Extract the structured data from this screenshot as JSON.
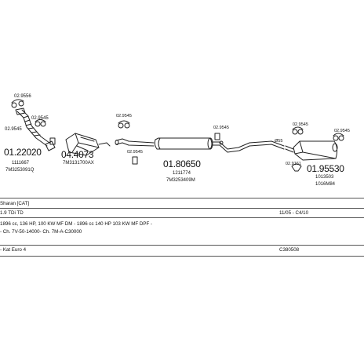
{
  "parts": [
    {
      "id": "clamp_a",
      "number": "02.9556"
    },
    {
      "id": "clamp_b",
      "number": "02.9545"
    },
    {
      "id": "clamp_c",
      "number": "02.9545"
    },
    {
      "id": "front_pipe",
      "number": "01.22020",
      "ref1": "1111667",
      "ref2": "7M3253091Q"
    },
    {
      "id": "catalyst",
      "number": "04.4073",
      "ref1": "7M3131700AX"
    },
    {
      "id": "clamp_d",
      "number": "02.9545"
    },
    {
      "id": "clamp_e",
      "number": "02.9545"
    },
    {
      "id": "center_silencer",
      "number": "01.80650",
      "ref1": "1211774",
      "ref2": "7M3253409M"
    },
    {
      "id": "clamp_f",
      "number": "02.9545"
    },
    {
      "id": "clamp_g",
      "number": "02.9545"
    },
    {
      "id": "clamp_h",
      "number": "02.9545"
    },
    {
      "id": "rear_silencer",
      "number": "01.95530",
      "ref1": "1013503",
      "ref2": "1016M84"
    },
    {
      "id": "clamp_i",
      "number": "02.9161"
    },
    {
      "id": "diameter",
      "number": "Ø55"
    }
  ],
  "info": {
    "model": "Sharan [CAT]",
    "engine": "1.9 TDi TD",
    "period": "11/05 - C4/10",
    "spec": "1896 cc, 136 HP, 100 KW MF DM - 1896 cc 140 HP 103 KW MF DPF -",
    "chassis": "- Ch. 7V-50-14000- Ch. 7M-A-C30000",
    "kit": "- Kat Euro 4",
    "code": "C380508"
  }
}
